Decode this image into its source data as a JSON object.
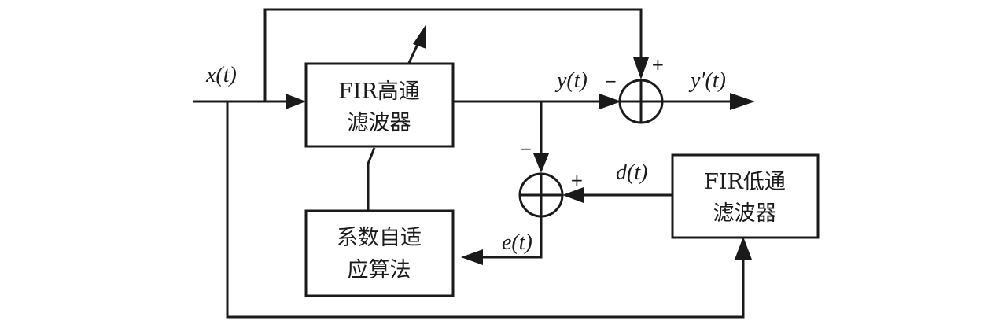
{
  "blocks": {
    "hpf": {
      "line1": "FIR高通",
      "line2": "滤波器"
    },
    "lpf": {
      "line1": "FIR低通",
      "line2": "滤波器"
    },
    "adapt": {
      "line1": "系数自适",
      "line2": "应算法"
    }
  },
  "signals": {
    "x": "x(t)",
    "y": "y(t)",
    "y_out": "y′(t)",
    "d": "d(t)",
    "e": "e(t)"
  },
  "signs": {
    "sum_out_top": "+",
    "sum_out_left": "−",
    "sum_err_top": "−",
    "sum_err_right": "+"
  }
}
